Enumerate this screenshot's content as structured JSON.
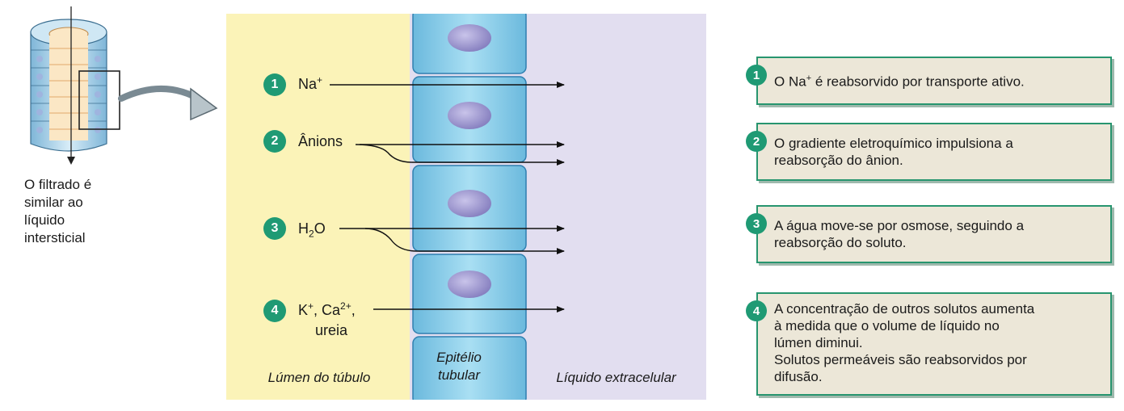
{
  "filtrate_caption": [
    "O filtrado é",
    "similar ao",
    "líquido",
    "intersticial"
  ],
  "zones": {
    "lumen": "Lúmen do túbulo",
    "epithelium": [
      "Epitélio",
      "tubular"
    ],
    "ecf": "Líquido extracelular"
  },
  "solutes": {
    "s1": {
      "num": "1",
      "base": "Na",
      "sup": "+"
    },
    "s2": {
      "num": "2",
      "text": "Ânions"
    },
    "s3": {
      "num": "3",
      "pre": "H",
      "sub": "2",
      "post": "O"
    },
    "s4": {
      "num": "4",
      "k": "K",
      "k_sup": "+",
      "sep": ", Ca",
      "ca_sup": "2+",
      "end": ",",
      "line2": "ureia"
    }
  },
  "notes": [
    {
      "num": "1",
      "pre": "O Na",
      "sup": "+",
      "post": " é reabsorvido por transporte ativo."
    },
    {
      "num": "2",
      "lines": [
        "O gradiente eletroquímico impulsiona a",
        "reabsorção do ânion."
      ]
    },
    {
      "num": "3",
      "lines": [
        "A água move-se por osmose, seguindo a",
        "reabsorção do soluto."
      ]
    },
    {
      "num": "4",
      "lines": [
        "A concentração de outros solutos aumenta",
        "à medida que o volume de líquido no",
        "lúmen diminui.",
        "Solutos permeáveis são reabsorvidos por",
        "difusão."
      ]
    }
  ],
  "colors": {
    "badge": "#1f9a74",
    "lumen": "#fbf3b8",
    "ecf": "#e2def0",
    "cell": "#8dd0ea",
    "nucleus": "#8f89c4"
  }
}
